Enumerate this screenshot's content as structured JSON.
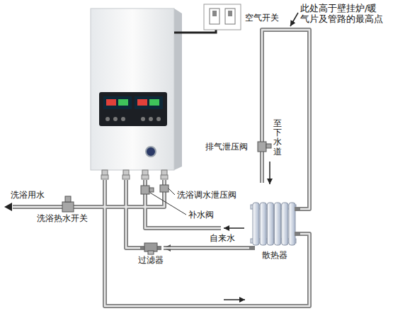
{
  "diagram": {
    "nodes": [
      {
        "text": [
          "散热器"
        ]
      },
      {
        "text": [
          "过滤器"
        ]
      }
    ],
    "edges": [
      {
        "from": 0,
        "to": 1,
        "arrow": "to"
      }
    ],
    "labels": [
      "空气开关",
      "此处高于壁挂炉/暖 气片及管路的最高点",
      "排气泄压阀",
      "至下水道",
      "洗浴用水",
      "洗浴热水开关",
      "洗浴调水泄压阀",
      "补水阀",
      "自来水"
    ]
  }
}
